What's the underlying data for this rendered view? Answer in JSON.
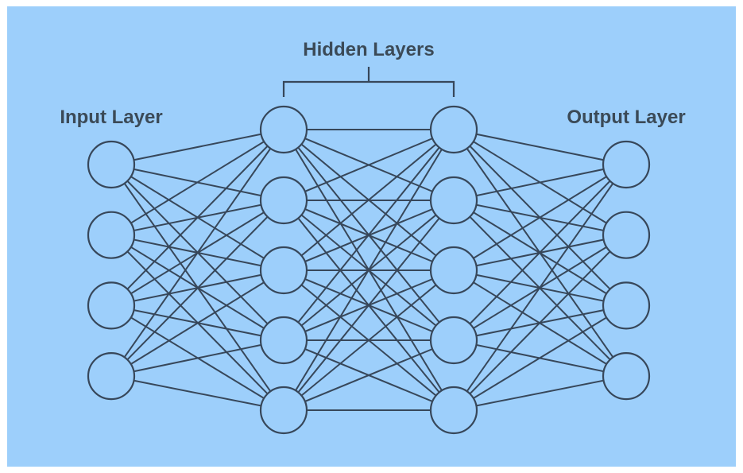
{
  "diagram": {
    "background_color": "#9dcffb",
    "line_color": "#37475a",
    "labels": {
      "input": "Input Layer",
      "hidden": "Hidden Layers",
      "output": "Output Layer"
    },
    "layers": [
      {
        "name": "input",
        "nodes": 4
      },
      {
        "name": "hidden-1",
        "nodes": 5
      },
      {
        "name": "hidden-2",
        "nodes": 5
      },
      {
        "name": "output",
        "nodes": 4
      }
    ],
    "fully_connected": true
  }
}
